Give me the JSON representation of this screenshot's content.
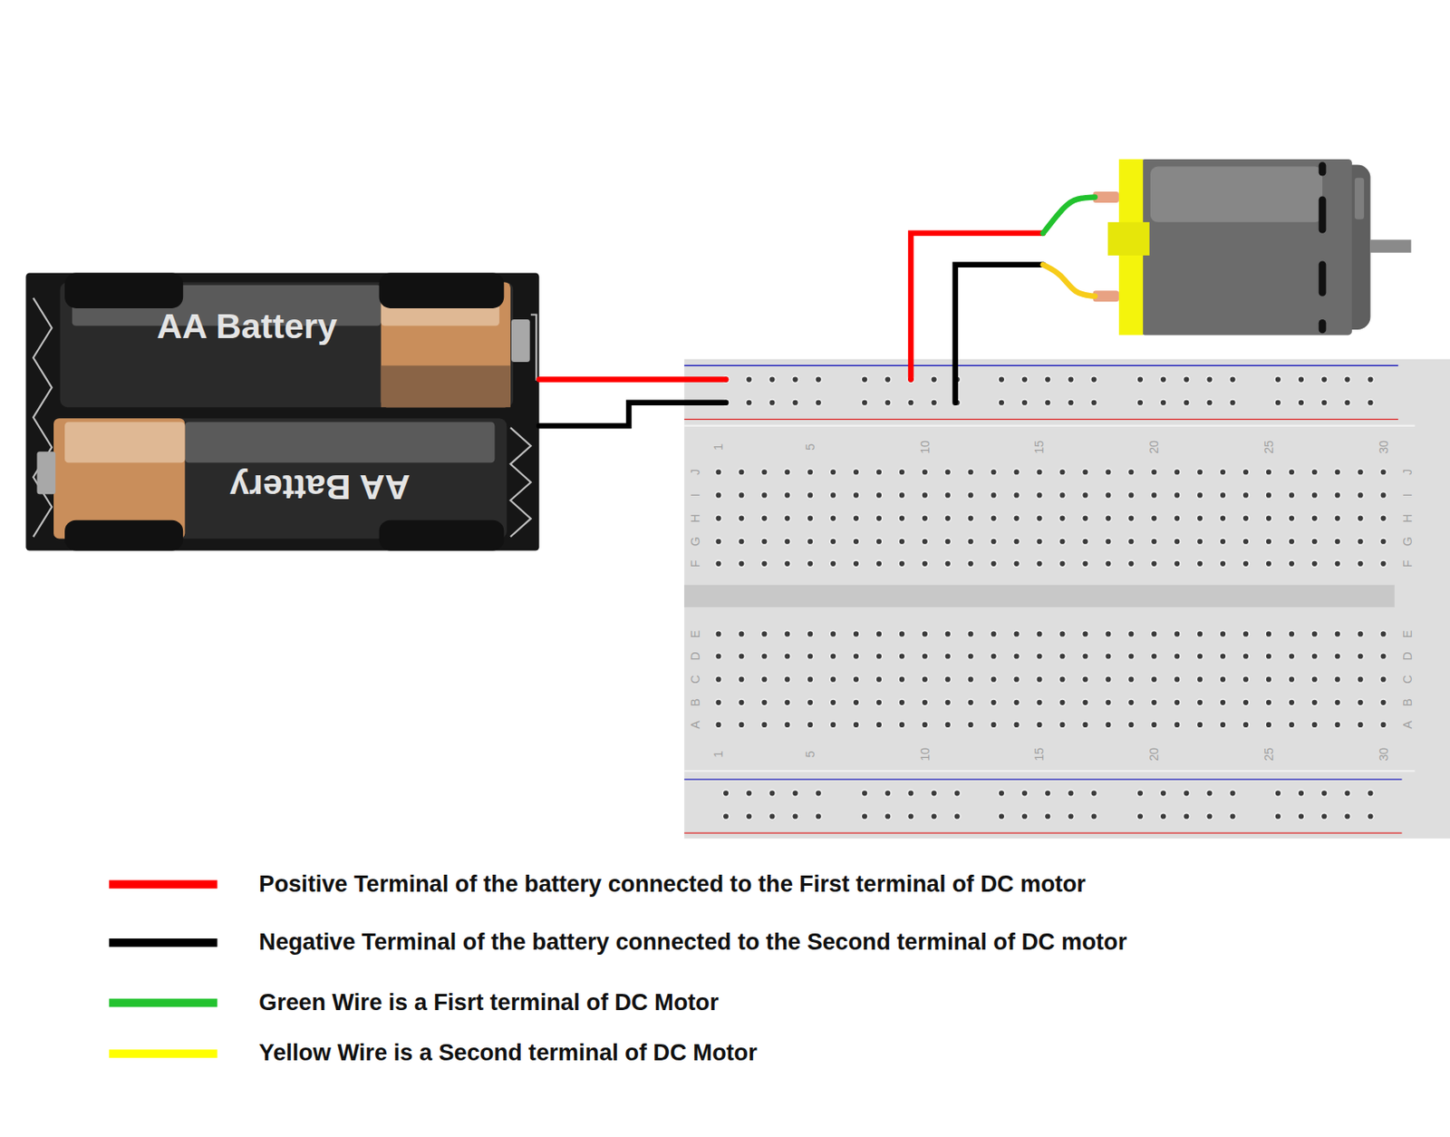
{
  "diagram": {
    "nodes": [
      {
        "text": [
          "AA Battery"
        ]
      },
      {
        "text": [
          "AA Battery"
        ]
      }
    ],
    "labels": [
      "1",
      "5",
      "10",
      "15",
      "20",
      "25",
      "30",
      "J",
      "I",
      "H",
      "G",
      "F",
      "J",
      "I",
      "H",
      "G",
      "F",
      "E",
      "D",
      "C",
      "B",
      "A",
      "E",
      "D",
      "C",
      "B",
      "A",
      "1",
      "5",
      "10",
      "15",
      "20",
      "25",
      "30"
    ],
    "legend": [
      {
        "text": "Positive Terminal of the battery connected to the First terminal of DC motor",
        "color": "#ff0000"
      },
      {
        "text": "Negative Terminal of the battery connected to the Second terminal of DC motor",
        "color": "#000000"
      },
      {
        "text": "Green Wire is a Fisrt terminal of DC Motor",
        "color": "#22c22e"
      },
      {
        "text": "Yellow Wire is a Second terminal of DC Motor",
        "color": "#ffff00"
      }
    ]
  }
}
